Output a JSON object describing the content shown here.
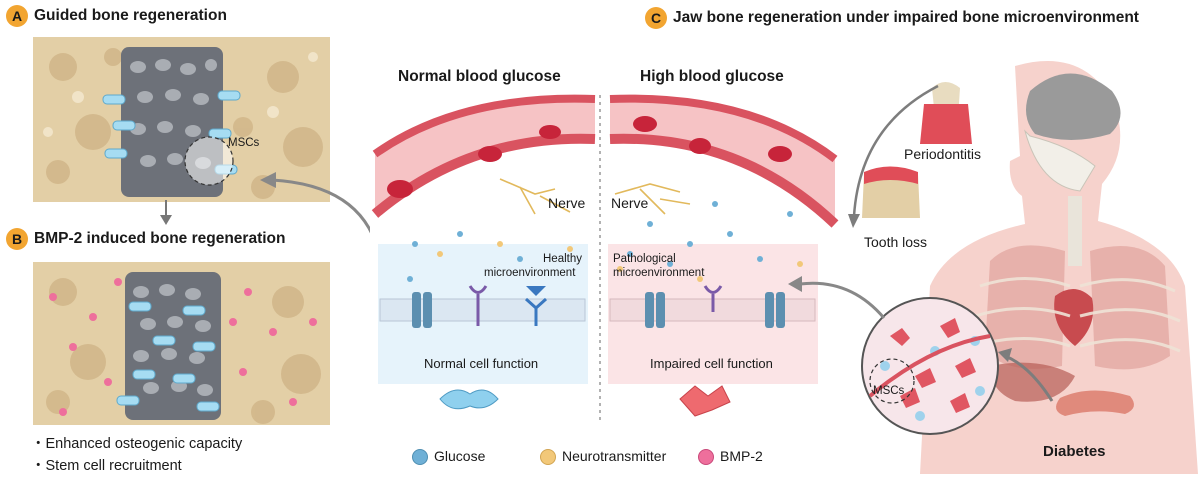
{
  "panel_a": {
    "letter": "A",
    "title": "Guided bone regeneration",
    "msc_label": "MSCs"
  },
  "panel_b": {
    "letter": "B",
    "title": "BMP-2 induced bone regeneration",
    "bullets": [
      "・Enhanced osteogenic capacity",
      "・Stem cell recruitment"
    ]
  },
  "panel_c": {
    "letter": "C",
    "title": "Jaw bone regeneration under impaired bone microenvironment",
    "periodontitis": "Periodontitis",
    "tooth_loss": "Tooth loss",
    "msc_label": "MSCs",
    "diabetes": "Diabetes"
  },
  "normal": {
    "title": "Normal blood glucose",
    "nerve": "Nerve",
    "micro_line1": "Healthy",
    "micro_line2": "microenvironment",
    "cell_function": "Normal cell function"
  },
  "high": {
    "title": "High blood glucose",
    "nerve": "Nerve",
    "micro_line1": "Pathological",
    "micro_line2": "microenvironment",
    "cell_function": "Impaired cell function"
  },
  "legend": [
    {
      "label": "Glucose",
      "color": "#6fb0d6"
    },
    {
      "label": "Neurotransmitter",
      "color": "#f2c879"
    },
    {
      "label": "BMP-2",
      "color": "#ee6f9c"
    }
  ],
  "colors": {
    "badge": "#f2a531",
    "vessel": "#d95360",
    "bone": "#e3cfa6",
    "scaffold": "#6d7179"
  }
}
